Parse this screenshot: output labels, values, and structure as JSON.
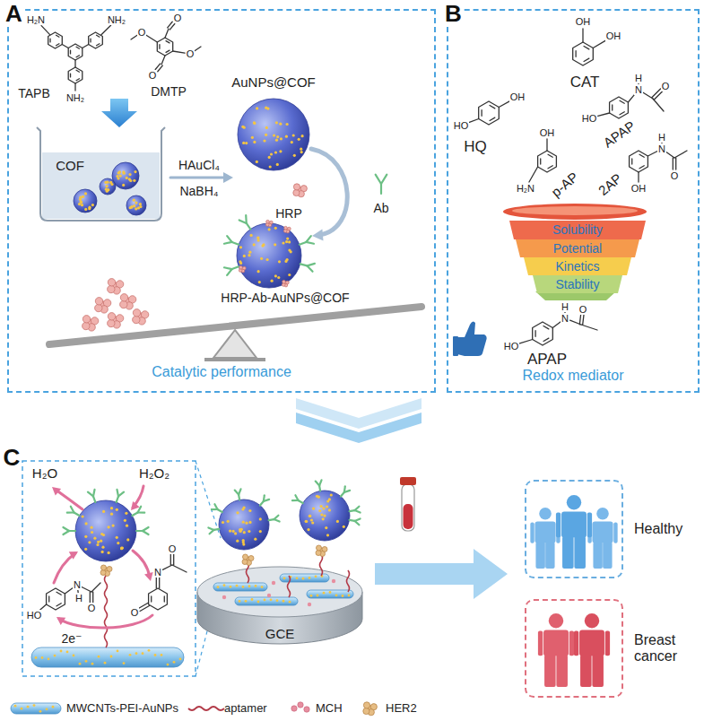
{
  "diagram": {
    "nodes": [
      {
        "text": [
          "A",
          "Catalytic performance"
        ]
      },
      {
        "text": [
          "B",
          "Redox mediator"
        ]
      },
      {
        "text": [
          "Solubility"
        ],
        "in": 1
      },
      {
        "text": [
          "Potential"
        ],
        "in": 1
      },
      {
        "text": [
          "Kinetics"
        ],
        "in": 1
      },
      {
        "text": [
          "Stability"
        ],
        "in": 1
      },
      {
        "text": [
          "Healthy"
        ]
      },
      {
        "text": [
          "Breast cancer"
        ]
      }
    ],
    "labels": [
      "H₂N",
      "NH₂",
      "NH₂",
      "TAPB",
      "O",
      "O",
      "O",
      "O",
      "DMTP",
      "COF",
      "HAuCl₄",
      "NaBH₄",
      "AuNPs@COF",
      "HRP",
      "Ab",
      "HRP-Ab-AuNPs@COF",
      "OH",
      "OH",
      "CAT",
      "HO",
      "OH",
      "HQ",
      "HO",
      "N",
      "H",
      "O",
      "APAP",
      "OH",
      "H₂N",
      "p-AP",
      "OH",
      "N",
      "H",
      "O",
      "2AP",
      "HO",
      "N",
      "H",
      "O",
      "APAP",
      "C",
      "H₂O",
      "H₂O₂",
      "HO",
      "N",
      "H",
      "O",
      "O",
      "N",
      "O",
      "2e⁻",
      "GCE"
    ],
    "legend": [
      {
        "text": "MWCNTs-PEI-AuNPs"
      },
      {
        "text": "aptamer"
      },
      {
        "text": "MCH"
      },
      {
        "text": "HER2"
      }
    ]
  }
}
